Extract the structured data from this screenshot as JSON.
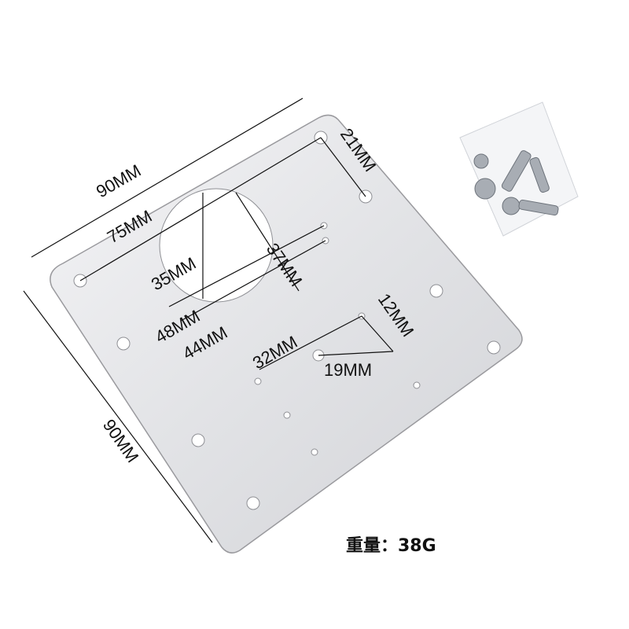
{
  "labels": {
    "top_width": "90MM",
    "side_height": "90MM",
    "hole_span": "75MM",
    "corner_offset": "21MM",
    "circle_diameter": "35MM",
    "circle_offset": "37MM",
    "slot_48": "48MM",
    "slot_44": "44MM",
    "hole_32": "32MM",
    "hole_12": "12MM",
    "hole_19": "19MM"
  },
  "weight": "重量：38G",
  "colors": {
    "plate": "#e6e6e8",
    "plate_edge": "#9a9a9e",
    "line": "#111111",
    "screw": "#a8adb4"
  }
}
